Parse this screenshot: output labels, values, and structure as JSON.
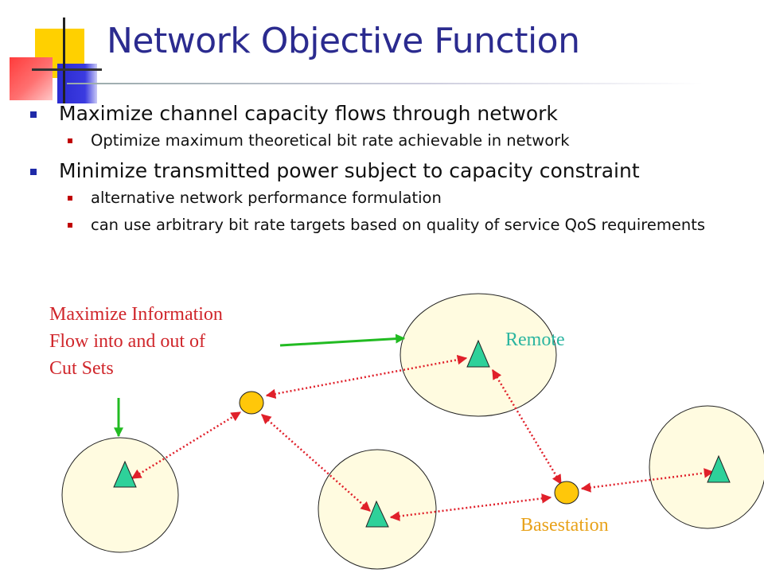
{
  "slide": {
    "title": "Network Objective Function",
    "bullets": [
      {
        "text": "Maximize channel capacity flows through network",
        "sub": [
          "Optimize maximum theoretical bit rate achievable in network"
        ]
      },
      {
        "text": "Minimize transmitted power subject to capacity constraint",
        "sub": [
          "alternative network performance formulation",
          "can use arbitrary bit rate targets based on quality of service QoS requirements"
        ]
      }
    ]
  },
  "diagram": {
    "annotation_lines": [
      "Maximize Information",
      "Flow into and out of",
      "Cut Sets"
    ],
    "remote_label": "Remote",
    "basestation_label": "Basestation",
    "colors": {
      "cell_fill": "#fffbe0",
      "remote_node": "#2ed19a",
      "basestation_node": "#ffc70a",
      "link": "#e0202a",
      "pointer_arrow": "#22bb22",
      "annotation_text": "#d0262b",
      "remote_text": "#2bb5a0",
      "basestation_text": "#e8a21a"
    }
  }
}
